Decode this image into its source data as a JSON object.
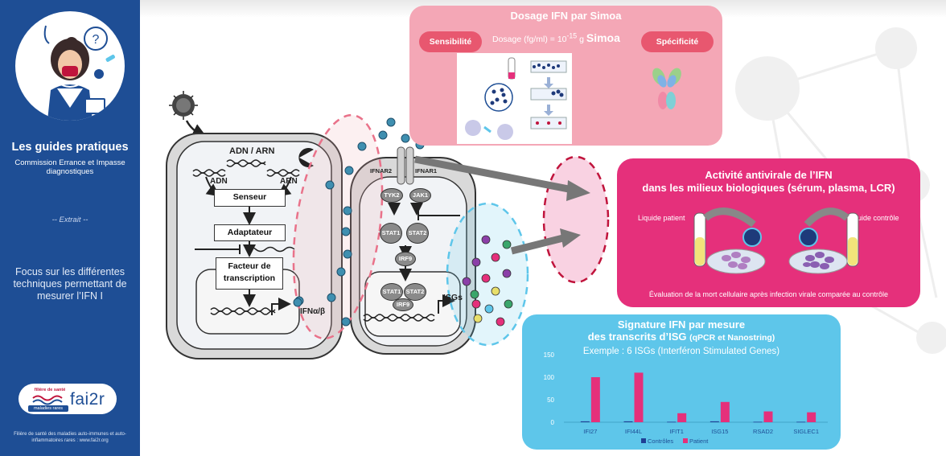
{
  "sidebar": {
    "title": "Les guides pratiques",
    "subtitle": "Commission Errance et Impasse diagnostiques",
    "extract": "--  Extrait  --",
    "focus": "Focus sur les différentes techniques permettant de mesurer l’IFN I",
    "logo_filiere": "filière de santé",
    "logo_maladies": "maladies rares",
    "logo_fai": "fai2r",
    "footer": "Filière de santé des maladies auto-immunes et auto-inflammatoires rares : www.fai2r.org"
  },
  "simoa": {
    "title": "Dosage IFN par Simoa",
    "sensitivity": "Sensibilité",
    "dosage_label": "Dosage (fg/ml) = 10",
    "dosage_exp": "-15",
    "dosage_unit": "g",
    "simoa_word": "Simoa",
    "specificity": "Spécificité"
  },
  "antiviral": {
    "title_line1": "Activité antivirale de l’IFN",
    "title_line2": "dans les milieux biologiques (sérum, plasma, LCR)",
    "patient_liquid": "Liquide patient",
    "control_liquid": "Liquide contrôle",
    "footer": "Évaluation de la mort cellulaire après infection virale comparée au contrôle"
  },
  "isg_panel": {
    "title_line1": "Signature IFN par mesure",
    "title_line2": "des transcrits d’ISG",
    "title_small": "(qPCR et Nanostring)",
    "subtitle": "Exemple : 6 ISGs (Interféron Stimulated Genes)"
  },
  "chart_data": {
    "type": "bar",
    "categories": [
      "IFI27",
      "IFI44L",
      "IFIT1",
      "ISG15",
      "RSAD2",
      "SIGLEC1"
    ],
    "series": [
      {
        "name": "Contrôles",
        "values": [
          2,
          2,
          1,
          2,
          1,
          1
        ],
        "color": "#1f3f95"
      },
      {
        "name": "Patient",
        "values": [
          100,
          110,
          20,
          45,
          24,
          22
        ],
        "color": "#e5307b"
      }
    ],
    "yticks": [
      0,
      50,
      100,
      150
    ],
    "ylim": [
      0,
      150
    ],
    "legend_position": "bottom"
  },
  "diagram": {
    "adn_arn": "ADN / ARN",
    "adn": "ADN",
    "arn": "ARN",
    "senseur": "Senseur",
    "adaptateur": "Adaptateur",
    "facteur_line1": "Facteur de",
    "facteur_line2": "transcription",
    "ifn_ab": "IFNα/β",
    "ifnar2": "IFNAR2",
    "ifnar1": "IFNAR1",
    "tyk2": "TYK2",
    "jak1": "JAK1",
    "stat1": "STAT1",
    "stat2": "STAT2",
    "irf9": "IRF9",
    "isgs": "ISGs"
  },
  "colors": {
    "sidebar": "#1e4e95",
    "simoa_panel": "#f4a7b6",
    "antiviral_panel": "#e5307b",
    "isg_panel": "#5ec6ea"
  }
}
